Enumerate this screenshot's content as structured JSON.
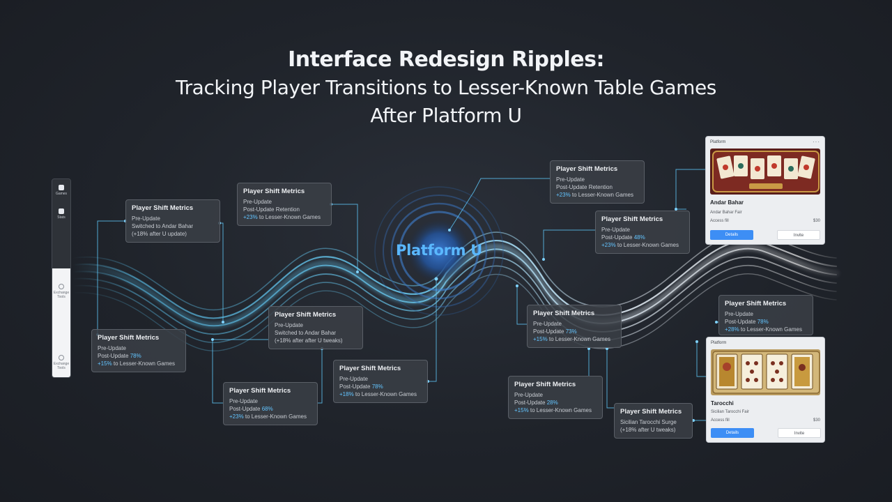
{
  "title": {
    "line1": "Interface Redesign Ripples:",
    "line2": "Tracking Player Transitions to Lesser-Known Table Games",
    "line3": "After Platform U"
  },
  "hub": {
    "label": "Platform U"
  },
  "sidebar": {
    "items": [
      {
        "label": "Games",
        "icon": "game-icon"
      },
      {
        "label": "Stats",
        "icon": "stats-icon"
      },
      {
        "label": "Exchange Tools",
        "icon": "exchange-icon"
      },
      {
        "label": "Exchange Tools",
        "icon": "exchange-icon"
      }
    ]
  },
  "cards": [
    {
      "heading": "Player Shift Metrics",
      "rows": [
        "Pre-Update",
        "Switched to Andar Bahar",
        "(+18% after U update)"
      ]
    },
    {
      "heading": "Player Shift Metrics",
      "rows": [
        "Pre-Update",
        "Post-Update 78%",
        "+15% to Lesser-Known Games"
      ]
    },
    {
      "heading": "Player Shift Metrics",
      "rows": [
        "Pre-Update",
        "Post-Update 68%",
        "+23% to Lesser-Known Games"
      ]
    },
    {
      "heading": "Player Shift Metrics",
      "rows": [
        "Pre-Update",
        "Post-Update Retention",
        "+23% to Lesser-Known Games"
      ]
    },
    {
      "heading": "Player Shift Metrics",
      "rows": [
        "Pre-Update",
        "Switched to Andar Bahar",
        "(+18% after after U tweaks)"
      ]
    },
    {
      "heading": "Player Shift Metrics",
      "rows": [
        "Pre-Update",
        "Post-Update 78%",
        "+18% to Lesser-Known Games"
      ]
    },
    {
      "heading": "Player Shift Metrics",
      "rows": [
        "Pre-Update",
        "Post-Update Retention",
        "+23% to Lesser-Known Games"
      ]
    },
    {
      "heading": "Player Shift Metrics",
      "rows": [
        "Pre-Update",
        "Post-Update 48%",
        "+23% to Lesser-Known Games"
      ]
    },
    {
      "heading": "Player Shift Metrics",
      "rows": [
        "Pre-Update",
        "Post-Update 73%",
        "+15% to Lesser-Known Games"
      ]
    },
    {
      "heading": "Player Shift Metrics",
      "rows": [
        "Pre-Update",
        "Post-Update 28%",
        "+15% to Lesser-Known Games"
      ]
    },
    {
      "heading": "Player Shift Metrics",
      "rows": [
        "Sicilian Tarocchi Surge",
        "(+18% after U tweaks)"
      ]
    },
    {
      "heading": "Player Shift Metrics",
      "rows": [
        "Pre-Update",
        "Post-Update 78%",
        "+28% to Lesser-Known Games"
      ]
    }
  ],
  "panels": [
    {
      "header": "Platform",
      "game": "Andar Bahar",
      "subtitle": "Andar Bahar Fair",
      "meta_left": "Access fill",
      "meta_right": "$30",
      "primary": "Details",
      "secondary": "Invite"
    },
    {
      "header": "Platform",
      "game": "Tarocchi",
      "subtitle": "Sicilian Tarocchi Fair",
      "meta_left": "Access fill",
      "meta_right": "$30",
      "primary": "Details",
      "secondary": "Invite"
    }
  ],
  "colors": {
    "accent": "#63c4ff",
    "button": "#3d8ef5",
    "hub": "#5ab8ff"
  }
}
